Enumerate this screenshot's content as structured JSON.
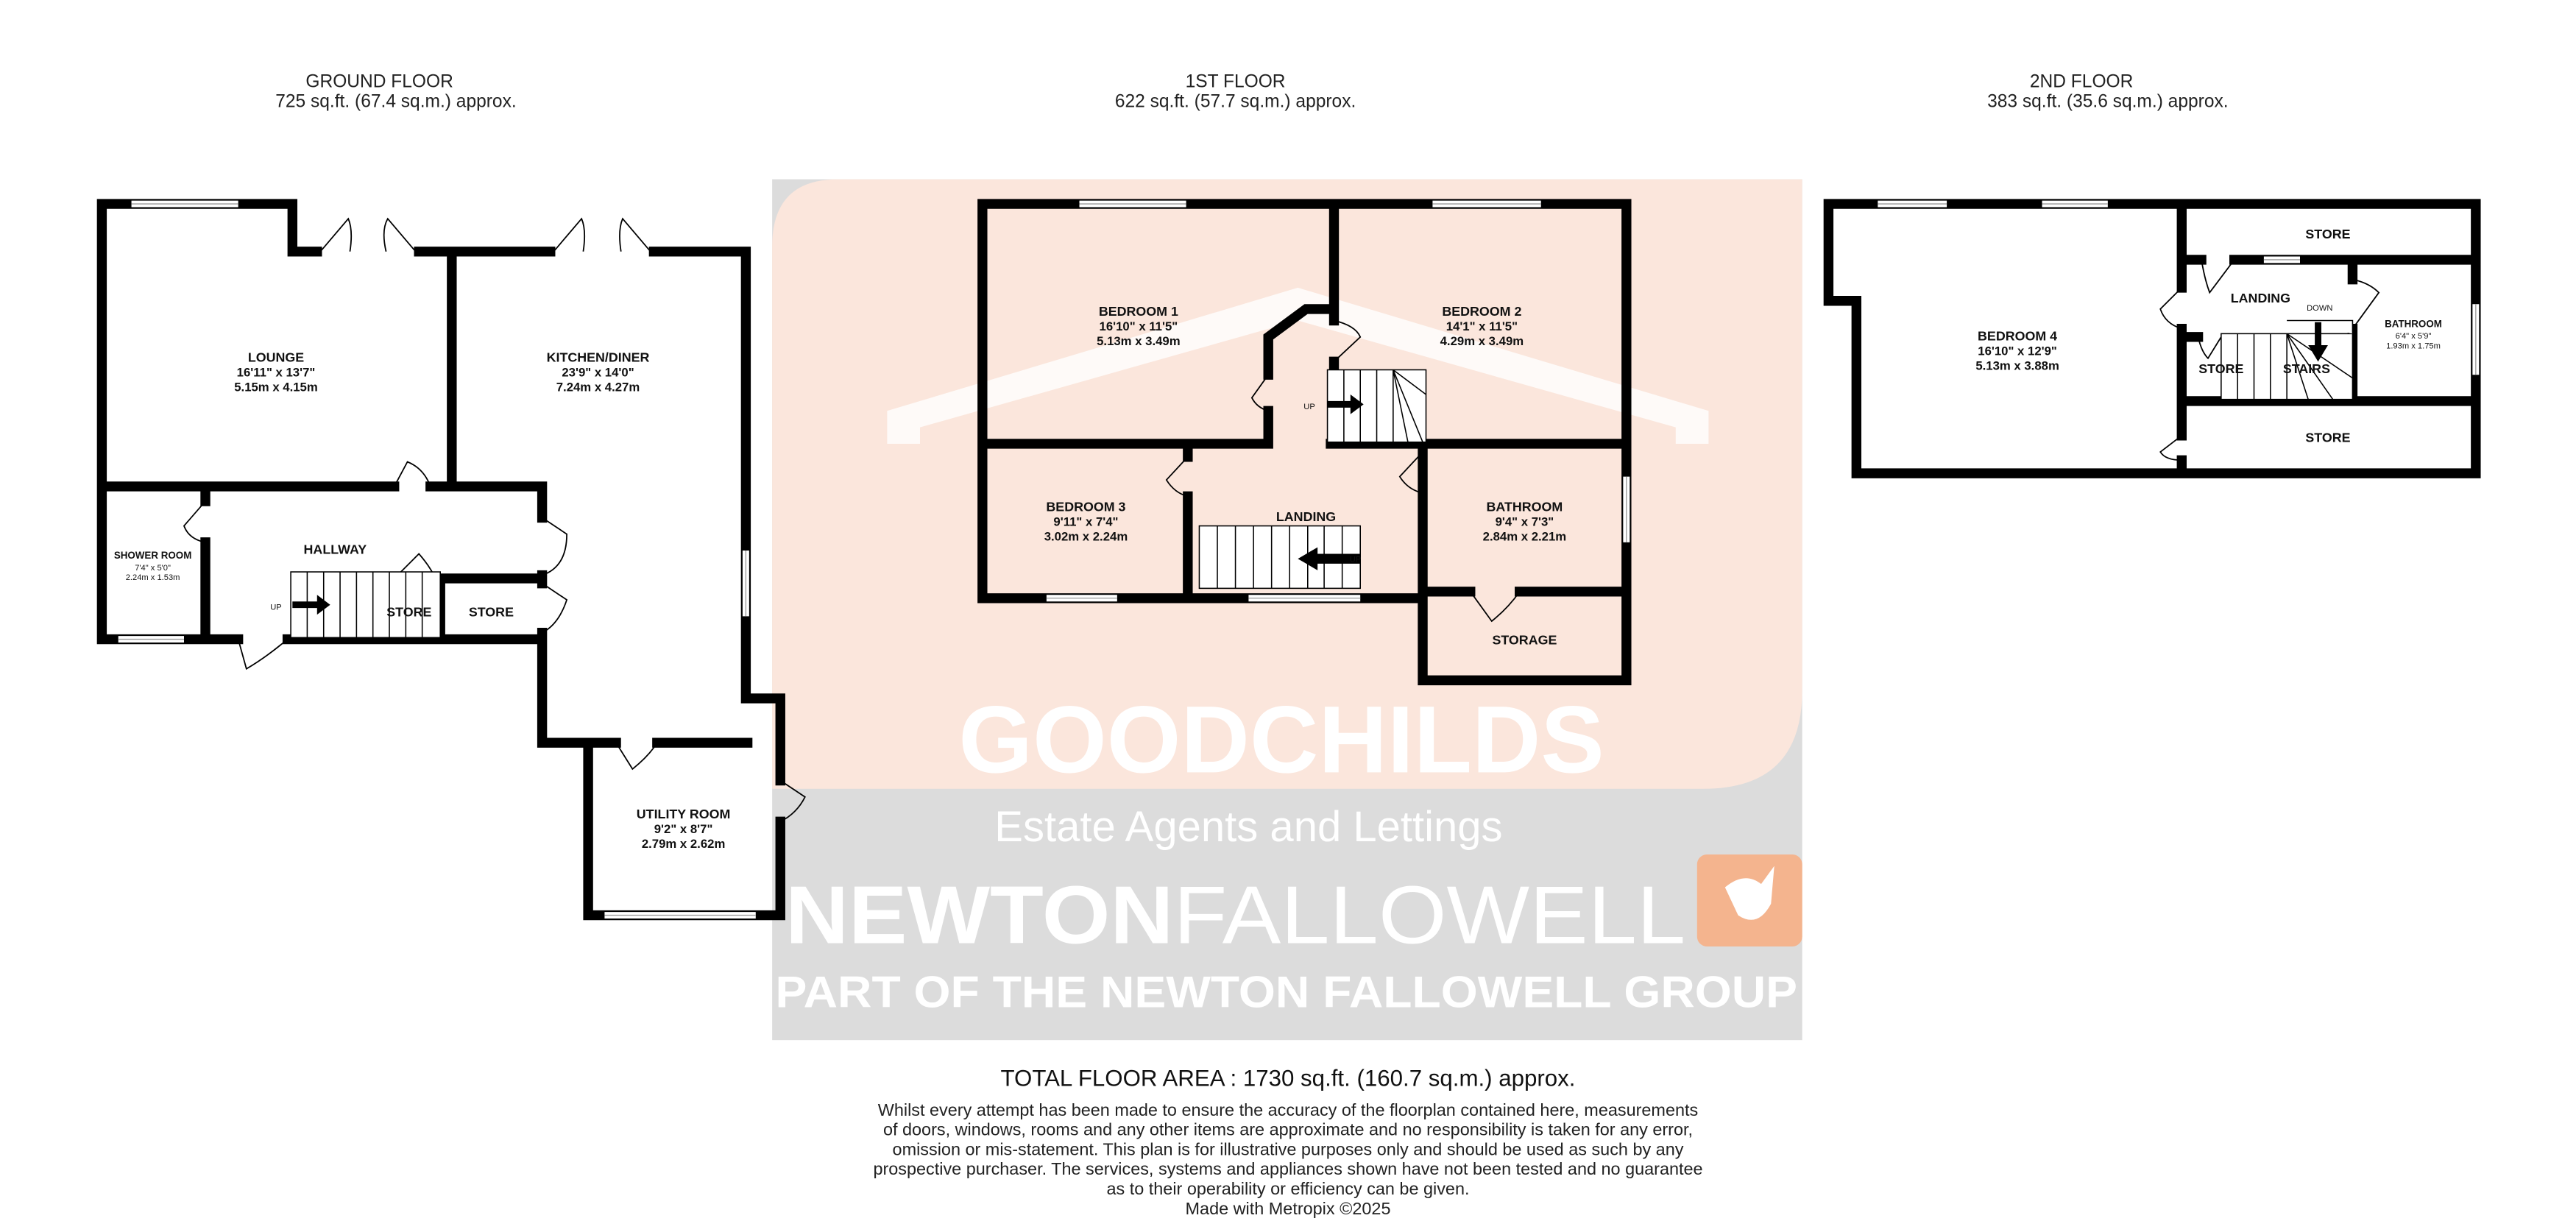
{
  "colors": {
    "watermark_peach": "#fbe6dc",
    "watermark_gray": "#dcdcdc",
    "brand_orange": "#f4b48e",
    "wall": "#000000"
  },
  "floors": [
    {
      "title": "GROUND FLOOR",
      "area": "725 sq.ft. (67.4 sq.m.) approx.",
      "rooms": {
        "lounge": {
          "name": "LOUNGE",
          "imperial": "16'11\"  x 13'7\"",
          "metric": "5.15m  x 4.15m"
        },
        "kitchen": {
          "name": "KITCHEN/DINER",
          "imperial": "23'9\"  x 14'0\"",
          "metric": "7.24m  x 4.27m"
        },
        "shower": {
          "name": "SHOWER ROOM",
          "imperial": "7'4\"  x 5'0\"",
          "metric": "2.24m  x 1.53m"
        },
        "hallway": {
          "name": "HALLWAY"
        },
        "store1": {
          "name": "STORE"
        },
        "store2": {
          "name": "STORE"
        },
        "utility": {
          "name": "UTILITY ROOM",
          "imperial": "9'2\"  x 8'7\"",
          "metric": "2.79m  x 2.62m"
        }
      },
      "stairs_label": "UP"
    },
    {
      "title": "1ST FLOOR",
      "area": "622 sq.ft. (57.7 sq.m.) approx.",
      "rooms": {
        "bedroom1": {
          "name": "BEDROOM 1",
          "imperial": "16'10\"  x 11'5\"",
          "metric": "5.13m  x 3.49m"
        },
        "bedroom2": {
          "name": "BEDROOM 2",
          "imperial": "14'1\"  x 11'5\"",
          "metric": "4.29m  x 3.49m"
        },
        "bedroom3": {
          "name": "BEDROOM 3",
          "imperial": "9'11\"  x 7'4\"",
          "metric": "3.02m  x 2.24m"
        },
        "landing": {
          "name": "LANDING"
        },
        "bathroom": {
          "name": "BATHROOM",
          "imperial": "9'4\"  x 7'3\"",
          "metric": "2.84m  x 2.21m"
        },
        "storage": {
          "name": "STORAGE"
        }
      },
      "stairs_label_1": "UP",
      "stairs_label_2": "UP"
    },
    {
      "title": "2ND FLOOR",
      "area": "383 sq.ft. (35.6 sq.m.) approx.",
      "rooms": {
        "bedroom4": {
          "name": "BEDROOM 4",
          "imperial": "16'10\"  x 12'9\"",
          "metric": "5.13m  x 3.88m"
        },
        "store_top": {
          "name": "STORE"
        },
        "landing": {
          "name": "LANDING",
          "note": "DOWN"
        },
        "bathroom": {
          "name": "BATHROOM",
          "imperial": "6'4\"  x 5'9\"",
          "metric": "1.93m  x 1.75m"
        },
        "store_mid": {
          "name": "STORE"
        },
        "stairs": {
          "name": "STAIRS"
        },
        "store_bottom": {
          "name": "STORE"
        }
      }
    }
  ],
  "watermark": {
    "agent": "GOODCHILDS",
    "agent_tagline": "Estate Agents and Lettings",
    "group_bold": "NEWTON",
    "group_light": "FALLOWELL",
    "group_tagline": "PART OF THE NEWTON FALLOWELL GROUP"
  },
  "footer": {
    "total": "TOTAL FLOOR AREA : 1730 sq.ft. (160.7 sq.m.) approx.",
    "disclaimer": [
      "Whilst every attempt has been made to ensure the accuracy of the floorplan contained here, measurements",
      "of doors, windows, rooms and any other items are approximate and no responsibility is taken for any error,",
      "omission or mis-statement. This plan is for illustrative purposes only and should be used as such by any",
      "prospective purchaser. The services, systems and appliances shown have not been tested and no guarantee",
      "as to their operability or efficiency can be given."
    ],
    "credit": "Made with Metropix ©2025"
  }
}
